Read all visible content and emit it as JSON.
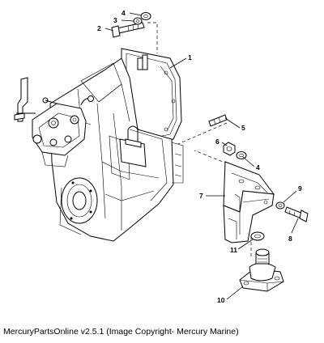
{
  "diagram": {
    "callouts": [
      {
        "id": "1",
        "label": "1"
      },
      {
        "id": "2",
        "label": "2"
      },
      {
        "id": "3",
        "label": "3"
      },
      {
        "id": "4a",
        "label": "4"
      },
      {
        "id": "4b",
        "label": "4"
      },
      {
        "id": "5",
        "label": "5"
      },
      {
        "id": "6",
        "label": "6"
      },
      {
        "id": "7",
        "label": "7"
      },
      {
        "id": "8",
        "label": "8"
      },
      {
        "id": "9",
        "label": "9"
      },
      {
        "id": "10",
        "label": "10"
      },
      {
        "id": "11",
        "label": "11"
      }
    ]
  },
  "caption": "MercuryPartsOnline v2.5.1 (Image Copyright- Mercury Marine)"
}
